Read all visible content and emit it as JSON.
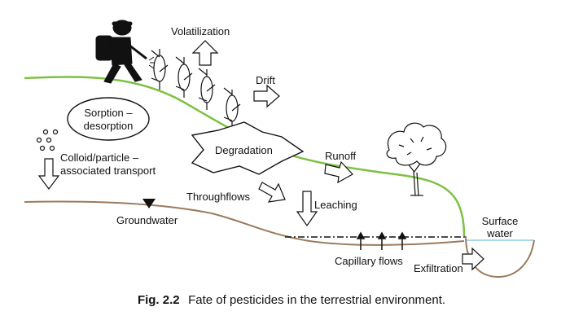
{
  "labels": {
    "volatilization": "Volatilization",
    "drift": "Drift",
    "sorption_line1": "Sorption –",
    "sorption_line2": "desorption",
    "degradation": "Degradation",
    "runoff": "Runoff",
    "colloid_line1": "Colloid/particle –",
    "colloid_line2": "associated transport",
    "throughflows": "Throughflows",
    "leaching": "Leaching",
    "groundwater": "Groundwater",
    "surface_water_line1": "Surface",
    "surface_water_line2": "water",
    "capillary_flows": "Capillary flows",
    "exfiltration": "Exfiltration"
  },
  "caption": {
    "label": "Fig. 2.2",
    "text": "Fate of pesticides in the terrestrial environment."
  },
  "colors": {
    "ground_surface": "#7cc142",
    "subsurface": "#9b7a5c",
    "water_surface": "#a9d8ee",
    "outline": "#111111"
  },
  "icons": [
    "farmer-sprayer-icon",
    "corn-plant-icon",
    "tree-icon",
    "groundwater-table-marker-icon"
  ]
}
